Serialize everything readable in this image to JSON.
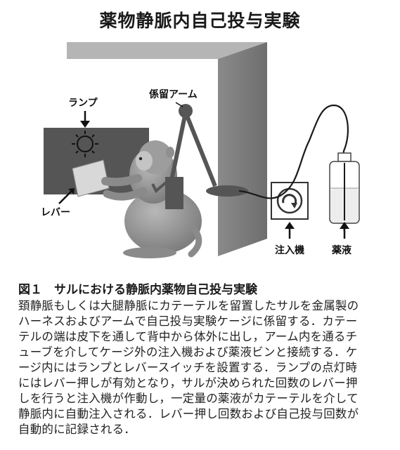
{
  "title": "薬物静脈内自己投与実験",
  "labels": {
    "lamp": "ランプ",
    "arm": "係留アーム",
    "lever": "レバー",
    "injector": "注入機",
    "drug": "薬液"
  },
  "caption": {
    "title": "図１　サルにおける静脈内薬物自己投与実験",
    "lines": [
      "頚静脈もしくは大腿静脈にカテーテルを留置したサルを金属製の",
      "ハーネスおよびアームで自己投与実験ケージに係留する．カテー",
      "テルの端は皮下を通して背中から体外に出し，アーム内を通るチ",
      "ューブを介してケージ外の注入機および薬液ビンと接続する．ケ",
      "ージ内にはランプとレバースイッチを設置する．ランプの点灯時",
      "にはレバー押しが有効となり，サルが決められた回数のレバー押",
      "しを行うと注入機が作動し，一定量の薬液がカテーテルを介して",
      "静脈内に自動注入される．レバー押し回数および自己投与回数が",
      "自動的に記録される．"
    ]
  }
}
